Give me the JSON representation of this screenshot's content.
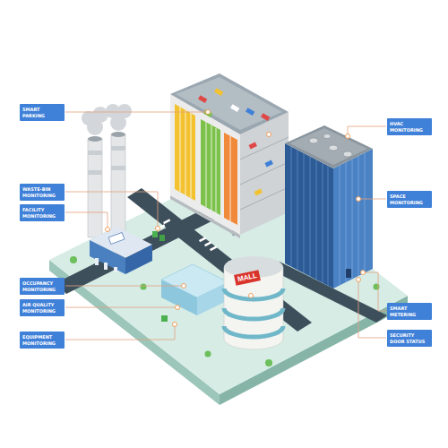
{
  "diagram": {
    "nodes": [
      {
        "text": [
          "SMART PARKING"
        ]
      },
      {
        "text": [
          "WASTE-BIN MONITORING"
        ]
      },
      {
        "text": [
          "FACILITY MONITORING"
        ]
      },
      {
        "text": [
          "OCCUPANCY MONITORING"
        ]
      },
      {
        "text": [
          "AIR QUALITY MONITORING"
        ]
      },
      {
        "text": [
          "EQUIPMENT MONITORING"
        ]
      },
      {
        "text": [
          "HVAC MONITORING"
        ]
      },
      {
        "text": [
          "SPACE MONITORING"
        ]
      },
      {
        "text": [
          "SMART METERING"
        ]
      },
      {
        "text": [
          "SECURITY DOOR STATUS"
        ]
      }
    ],
    "labels": [
      "MALL"
    ]
  }
}
